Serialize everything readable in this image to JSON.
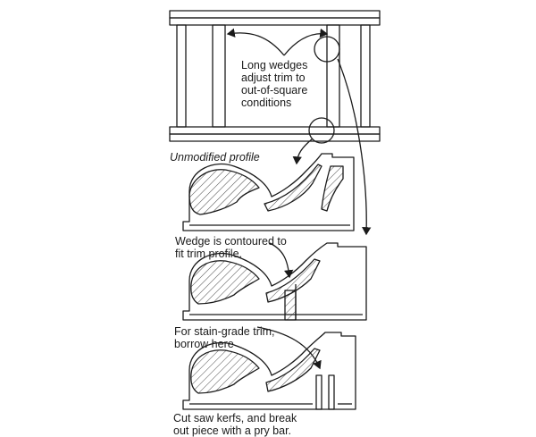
{
  "labels": {
    "long_wedges": [
      "Long wedges",
      "adjust trim to",
      "out-of-square",
      "conditions"
    ],
    "unmodified": "Unmodified profile",
    "wedge_contoured": [
      "Wedge is contoured to",
      "fit trim profile."
    ],
    "stain_grade": [
      "For stain-grade trim,",
      "borrow here"
    ],
    "cut_kerfs": [
      "Cut saw kerfs, and break",
      "out piece with a pry bar."
    ]
  },
  "colors": {
    "ink": "#1a1a1a",
    "paper": "#ffffff"
  }
}
